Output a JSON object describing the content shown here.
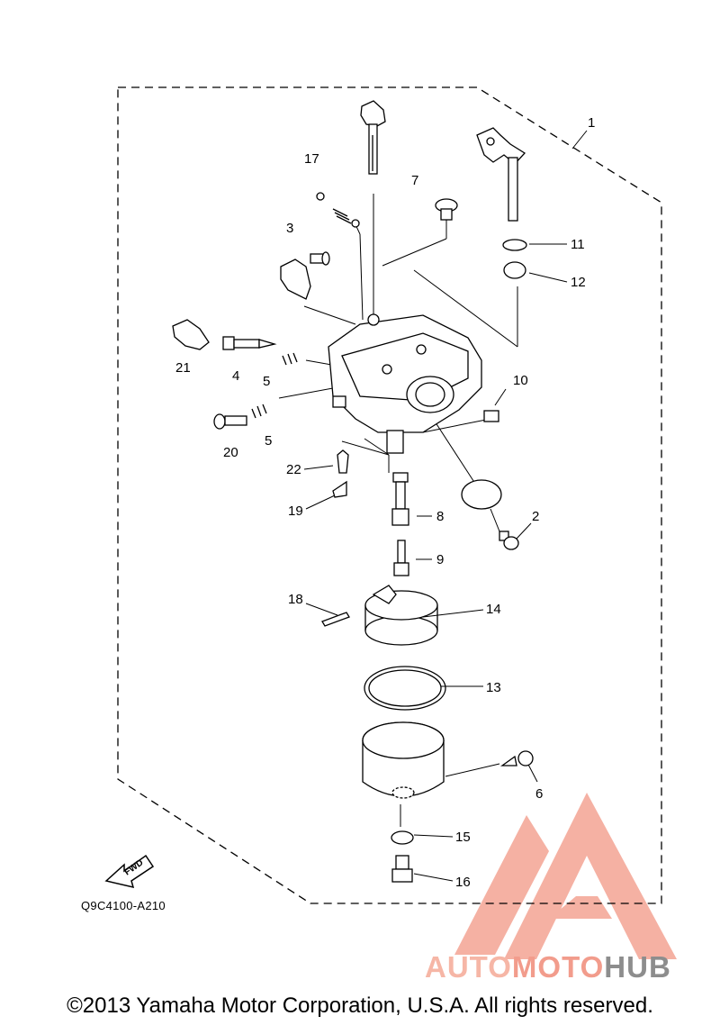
{
  "diagram": {
    "callouts": [
      "1",
      "2",
      "3",
      "4",
      "5",
      "5",
      "6",
      "7",
      "8",
      "9",
      "10",
      "11",
      "12",
      "13",
      "14",
      "15",
      "16",
      "17",
      "18",
      "19",
      "20",
      "21",
      "22"
    ],
    "fwd_label": "FWD",
    "part_code": "Q9C4100-A210"
  },
  "watermark": {
    "part1": "AUTO",
    "part2": "MOTO",
    "part3": "HUB",
    "colors": {
      "light": "#f6b6a6",
      "mid": "#f29c8c",
      "gray": "#8d8d8d"
    }
  },
  "footer": {
    "copyright": "©2013 Yamaha Motor Corporation, U.S.A. All rights reserved."
  }
}
